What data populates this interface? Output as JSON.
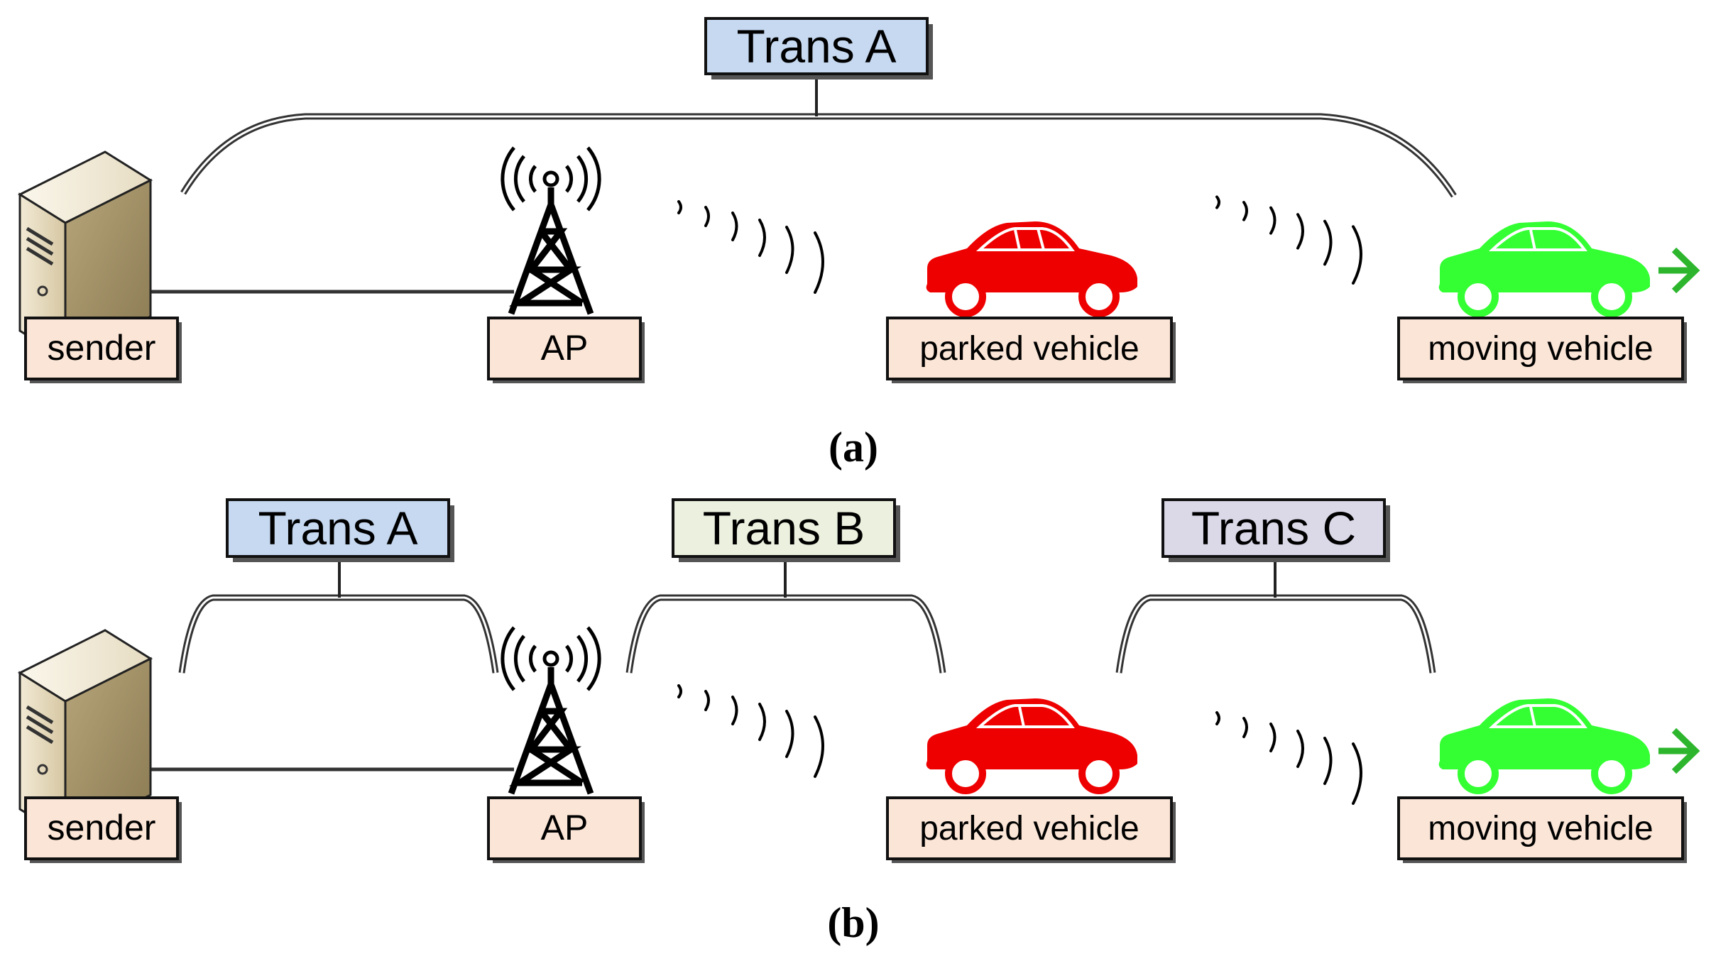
{
  "colors": {
    "trans_a": "#c6d9f1",
    "trans_b": "#ebf1de",
    "trans_c": "#dbd8e8",
    "label_box": "#fbe5d6",
    "parked_vehicle": "#ee0000",
    "moving_vehicle": "#33ff33",
    "arrow": "#2db62d",
    "server_body": "#d9caa8"
  },
  "panel_a": {
    "caption": "(a)",
    "trans": [
      {
        "label": "Trans A",
        "color_key": "trans_a"
      }
    ],
    "nodes": {
      "sender": "sender",
      "ap": "AP",
      "parked": "parked vehicle",
      "moving": "moving vehicle"
    },
    "icons": [
      "server-icon",
      "antenna-tower-icon",
      "wireless-waves-icon",
      "car-icon",
      "arrow-right-icon"
    ]
  },
  "panel_b": {
    "caption": "(b)",
    "trans": [
      {
        "label": "Trans A",
        "color_key": "trans_a"
      },
      {
        "label": "Trans B",
        "color_key": "trans_b"
      },
      {
        "label": "Trans C",
        "color_key": "trans_c"
      }
    ],
    "nodes": {
      "sender": "sender",
      "ap": "AP",
      "parked": "parked vehicle",
      "moving": "moving vehicle"
    },
    "icons": [
      "server-icon",
      "antenna-tower-icon",
      "wireless-waves-icon",
      "car-icon",
      "arrow-right-icon"
    ]
  }
}
